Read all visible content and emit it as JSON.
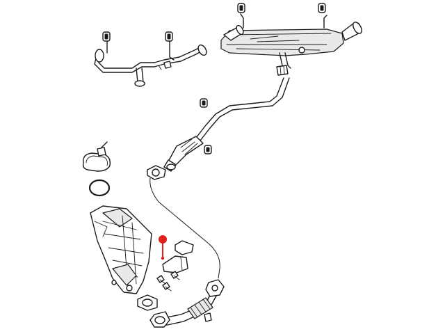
{
  "diagram": {
    "background": "#ffffff",
    "line_color": "#1a1a1a",
    "highlight_color": "#e0201b",
    "components": [
      "rear-muffler-assembly",
      "resonator-pipe-assembly",
      "intermediate-pipe",
      "v-band-clamp",
      "o-ring-seal",
      "catalytic-converter",
      "bracket",
      "bolts",
      "gasket",
      "flex-pipe",
      "rubber-isolators"
    ]
  }
}
